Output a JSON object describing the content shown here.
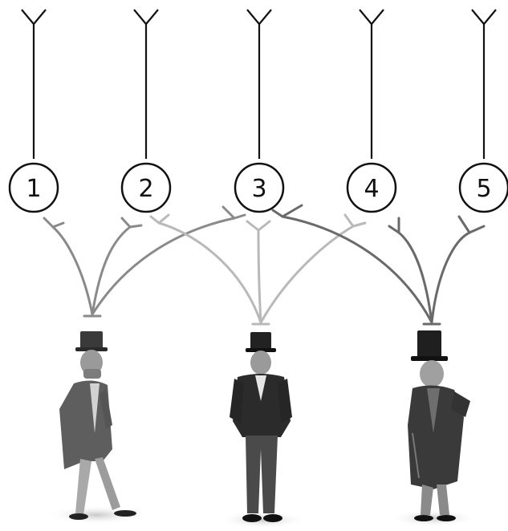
{
  "colors": {
    "background": "#ffffff",
    "ink": "#111111",
    "branch_a": "#8a8a8a",
    "branch_b": "#b9b9b9",
    "branch_c": "#6a6a6a"
  },
  "nodes": [
    {
      "label": "1"
    },
    {
      "label": "2"
    },
    {
      "label": "3"
    },
    {
      "label": "4"
    },
    {
      "label": "5"
    }
  ],
  "figures": [
    {
      "icon": "gentleman-left-figure"
    },
    {
      "icon": "gentleman-center-figure"
    },
    {
      "icon": "gentleman-right-figure"
    }
  ],
  "connections": [
    {
      "target": 1,
      "sources": [
        1,
        2,
        3
      ]
    },
    {
      "target": 2,
      "sources": [
        2,
        3,
        4
      ]
    },
    {
      "target": 3,
      "sources": [
        3,
        4,
        5
      ]
    }
  ]
}
